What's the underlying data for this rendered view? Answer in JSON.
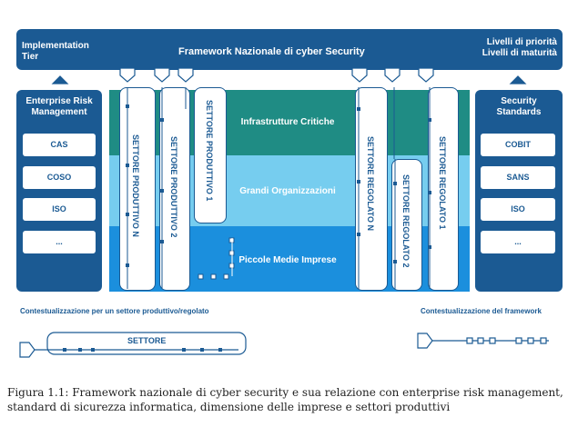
{
  "header": {
    "left": [
      "Implementation",
      "Tier"
    ],
    "title": "Framework Nazionale di cyber Security",
    "right": [
      "Livelli di priorità",
      "Livelli di maturità"
    ]
  },
  "left_panel": {
    "title": [
      "Enterprise Risk",
      "Management"
    ],
    "items": [
      "CAS",
      "COSO",
      "ISO",
      "..."
    ]
  },
  "right_panel": {
    "title": [
      "Security",
      "Standards"
    ],
    "items": [
      "COBIT",
      "SANS",
      "ISO",
      "..."
    ]
  },
  "bands": {
    "top": "Infrastrutture Critiche",
    "middle": "Grandi Organizzazioni",
    "bottom": "Piccole Medie Imprese"
  },
  "sectors": {
    "produttivo_n": "SETTORE PRODUTTIVO N",
    "produttivo_2": "SETTORE PRODUTTIVO 2",
    "produttivo_1": "SETTORE PRODUTTIVO 1",
    "regolato_n": "SETTORE REGOLATO N",
    "regolato_2": "SETTORE REGOLATO 2",
    "regolato_1": "SETTORE REGOLATO 1"
  },
  "context": {
    "left": "Contestualizzazione per un settore produttivo/regolato",
    "right": "Contestualizzazione del framework",
    "settore": "SETTORE"
  },
  "caption": {
    "line1": "Figura 1.1: Framework nazionale di cyber security e sua relazione con enterprise risk management,",
    "line2": "standard di sicurezza informatica, dimensione delle imprese e settori produttivi"
  },
  "colors": {
    "navy": "#1b5a93",
    "teal": "#1f8c84",
    "light_blue": "#76cdef",
    "blue": "#1b8fdd"
  }
}
